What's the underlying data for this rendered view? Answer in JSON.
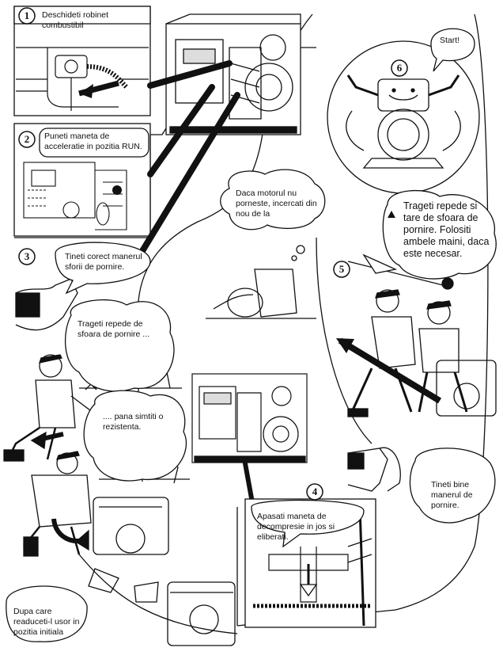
{
  "steps": [
    {
      "number": "1",
      "text": "Deschideti robinet combustibil"
    },
    {
      "number": "2",
      "text": "Puneti maneta de acceleratie in pozitia RUN."
    },
    {
      "number": "3",
      "text": "Tineti corect manerul sforii de pornire."
    },
    {
      "number": "4",
      "text": "Apasati maneta de decompresie in jos si eliberati."
    },
    {
      "number": "5",
      "text": "Trageti repede si tare de sfoara de pornire. Folositi ambele maini, daca este necesar."
    },
    {
      "number": "6",
      "text": "Start!"
    }
  ],
  "bubbles": {
    "pull_fast": "Trageti repede de sfoara de pornire ...",
    "until_resistance": ".... pana simtiti o rezistenta.",
    "then_return": "Dupa care readuceti-l usor in pozitia initiala",
    "retry": "Daca motorul nu porneste, incercati din nou de la",
    "hold_handle": "Tineti bine manerul de pornire."
  },
  "colors": {
    "ink": "#111111",
    "paper": "#ffffff"
  }
}
